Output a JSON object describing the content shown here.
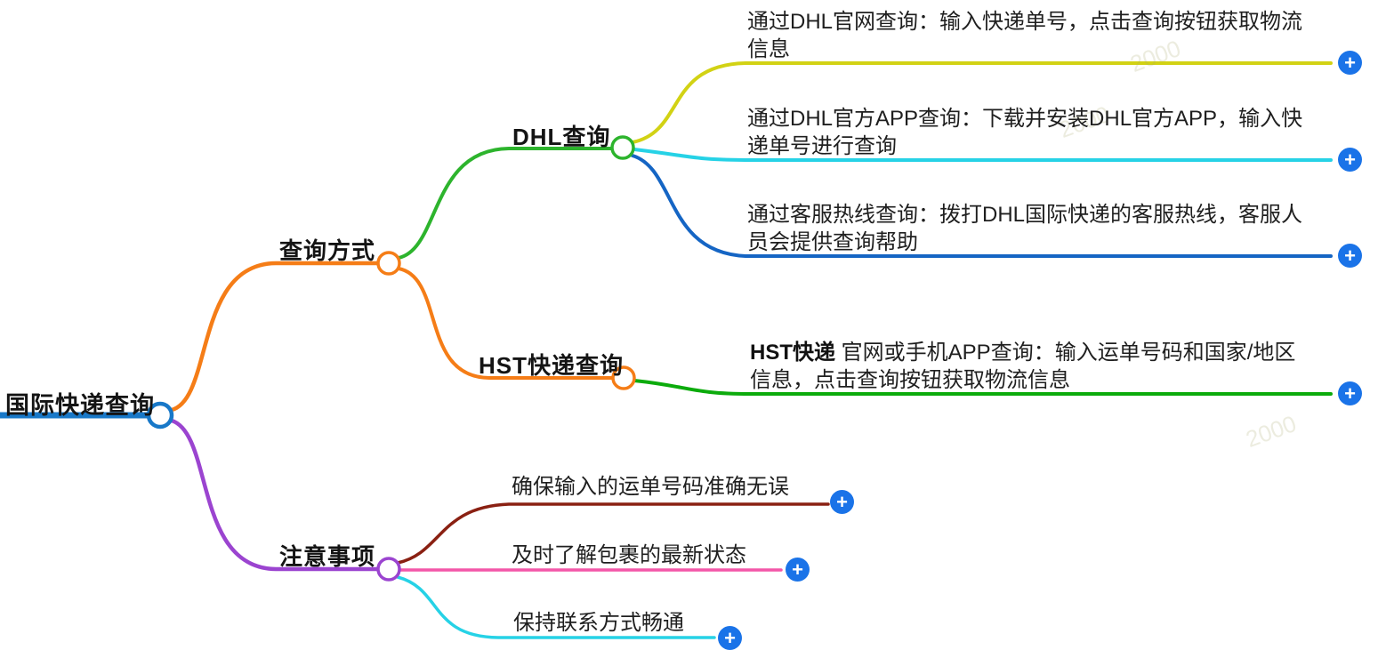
{
  "icons": {
    "plus": "+"
  },
  "colors": {
    "root_blue": "#1878c8",
    "branch_orange": "#f57d17",
    "branch_purple": "#9b44d0",
    "dhl_green": "#2db42d",
    "leaf_yellow": "#d2d214",
    "leaf_cyan": "#26d2e6",
    "leaf_blue": "#1565c4",
    "leaf_green": "#0cab0c",
    "leaf_darkred": "#8a2012",
    "leaf_pink": "#f356a8",
    "plus_button": "#1a73e8"
  },
  "watermark": {
    "text": "2000"
  },
  "root": {
    "label": "国际快递查询"
  },
  "branches": [
    {
      "label": "查询方式",
      "children": [
        {
          "label": "DHL查询",
          "leaves": [
            {
              "text": "通过DHL官网查询：输入快递单号，点击查询按钮获取物流信息"
            },
            {
              "text": "通过DHL官方APP查询：下载并安装DHL官方APP，输入快递单号进行查询"
            },
            {
              "text": "通过客服热线查询：拨打DHL国际快递的客服热线，客服人员会提供查询帮助"
            }
          ]
        },
        {
          "label": "HST快递查询",
          "leaves": [
            {
              "bold": "HST快递",
              "text": " 官网或手机APP查询：输入运单号码和国家/地区信息，点击查询按钮获取物流信息"
            }
          ]
        }
      ]
    },
    {
      "label": "注意事项",
      "leaves": [
        {
          "text": "确保输入的运单号码准确无误"
        },
        {
          "text": "及时了解包裹的最新状态"
        },
        {
          "text": "保持联系方式畅通"
        }
      ]
    }
  ]
}
